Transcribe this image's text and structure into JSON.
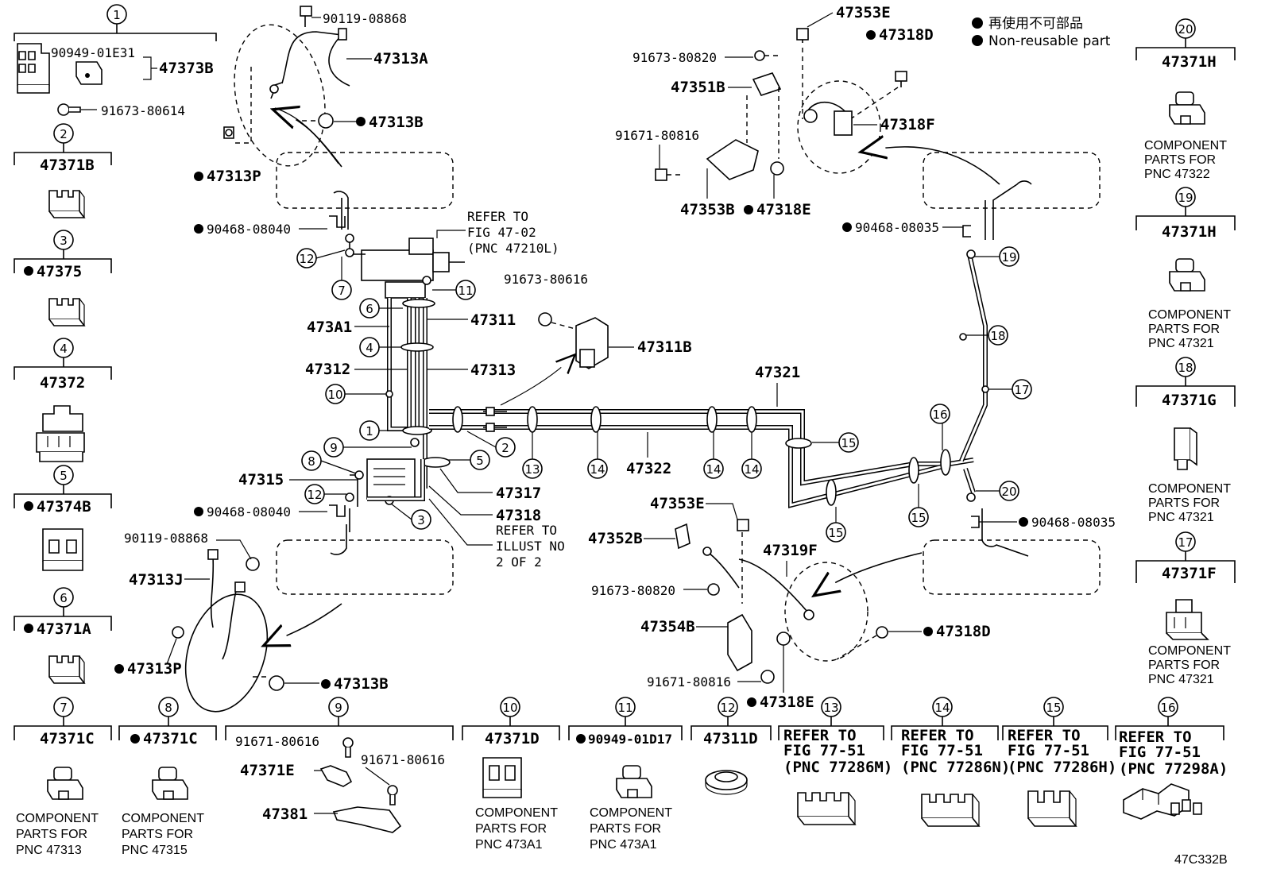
{
  "legend": {
    "japanese": "再使用不可部品",
    "english": "Non-reusable part"
  },
  "figure_code": "47C332B",
  "side_boxes": [
    {
      "num": "1",
      "parts": [
        "90949-01E31",
        "47373B",
        "91673-80614"
      ]
    },
    {
      "num": "2",
      "part": "47371B"
    },
    {
      "num": "3",
      "part": "47375",
      "nonreusable": true
    },
    {
      "num": "4",
      "part": "47372"
    },
    {
      "num": "5",
      "part": "47374B",
      "nonreusable": true
    },
    {
      "num": "6",
      "part": "47371A",
      "nonreusable": true
    },
    {
      "num": "20",
      "part": "47371H",
      "component": [
        "COMPONENT",
        "PARTS FOR",
        "PNC 47322"
      ]
    },
    {
      "num": "19",
      "part": "47371H",
      "component": [
        "COMPONENT",
        "PARTS FOR",
        "PNC 47321"
      ]
    },
    {
      "num": "18",
      "part": "47371G",
      "component": [
        "COMPONENT",
        "PARTS FOR",
        "PNC 47321"
      ]
    },
    {
      "num": "17",
      "part": "47371F",
      "component": [
        "COMPONENT",
        "PARTS FOR",
        "PNC 47321"
      ]
    }
  ],
  "bottom_boxes": [
    {
      "num": "7",
      "part": "47371C",
      "component": [
        "COMPONENT",
        "PARTS FOR",
        "PNC 47313"
      ]
    },
    {
      "num": "8",
      "part": "47371C",
      "nonreusable": true,
      "component": [
        "COMPONENT",
        "PARTS FOR",
        "PNC 47315"
      ]
    },
    {
      "num": "9",
      "parts": [
        "91671-80616",
        "47371E",
        "91671-80616",
        "47381"
      ]
    },
    {
      "num": "10",
      "part": "47371D",
      "component": [
        "COMPONENT",
        "PARTS FOR",
        "PNC 473A1"
      ]
    },
    {
      "num": "11",
      "part": "90949-01D17",
      "nonreusable": true,
      "component": [
        "COMPONENT",
        "PARTS FOR",
        "PNC 473A1"
      ]
    },
    {
      "num": "12",
      "part": "47311D"
    },
    {
      "num": "13",
      "refer": [
        "REFER TO",
        "FIG 77-51",
        "(PNC 77286M)"
      ]
    },
    {
      "num": "14",
      "refer": [
        "REFER TO",
        "FIG 77-51",
        "(PNC 77286N)"
      ]
    },
    {
      "num": "15",
      "refer": [
        "REFER TO",
        "FIG 77-51",
        "(PNC 77286H)"
      ]
    },
    {
      "num": "16",
      "refer": [
        "REFER TO",
        "FIG 77-51",
        "(PNC 77298A)"
      ]
    }
  ],
  "main_labels": {
    "p90119_top": "90119-08868",
    "p47313A": "47313A",
    "p47313B_top": "47313B",
    "p47313P_top": "47313P",
    "p90468_left_top": "90468-08040",
    "refer_fig_47": [
      "REFER TO",
      "FIG 47-02",
      "(PNC 47210L)"
    ],
    "p473A1": "473A1",
    "p47311": "47311",
    "p47312": "47312",
    "p47313": "47313",
    "p91673_80616": "91673-80616",
    "p47311B": "47311B",
    "p47321": "47321",
    "p47322": "47322",
    "p47315": "47315",
    "p47317": "47317",
    "p47318": "47318",
    "refer_illust": [
      "REFER TO",
      "ILLUST NO",
      "2 OF 2"
    ],
    "p90468_left_bottom": "90468-08040",
    "p90119_bottom": "90119-08868",
    "p47313J": "47313J",
    "p47313P_bottom": "47313P",
    "p47313B_bottom": "47313B",
    "p47353E_top": "47353E",
    "p47318D_top": "47318D",
    "p91673_80820_top": "91673-80820",
    "p47351B": "47351B",
    "p47318F": "47318F",
    "p91671_80816_top": "91671-80816",
    "p47353B": "47353B",
    "p47318E_top": "47318E",
    "p90468_right_top": "90468-08035",
    "p47353E_bottom": "47353E",
    "p47352B": "47352B",
    "p47319F": "47319F",
    "p91673_80820_bottom": "91673-80820",
    "p47354B": "47354B",
    "p91671_80816_bottom": "91671-80816",
    "p47318E_bottom": "47318E",
    "p47318D_bottom": "47318D",
    "p90468_right_bottom": "90468-08035"
  }
}
